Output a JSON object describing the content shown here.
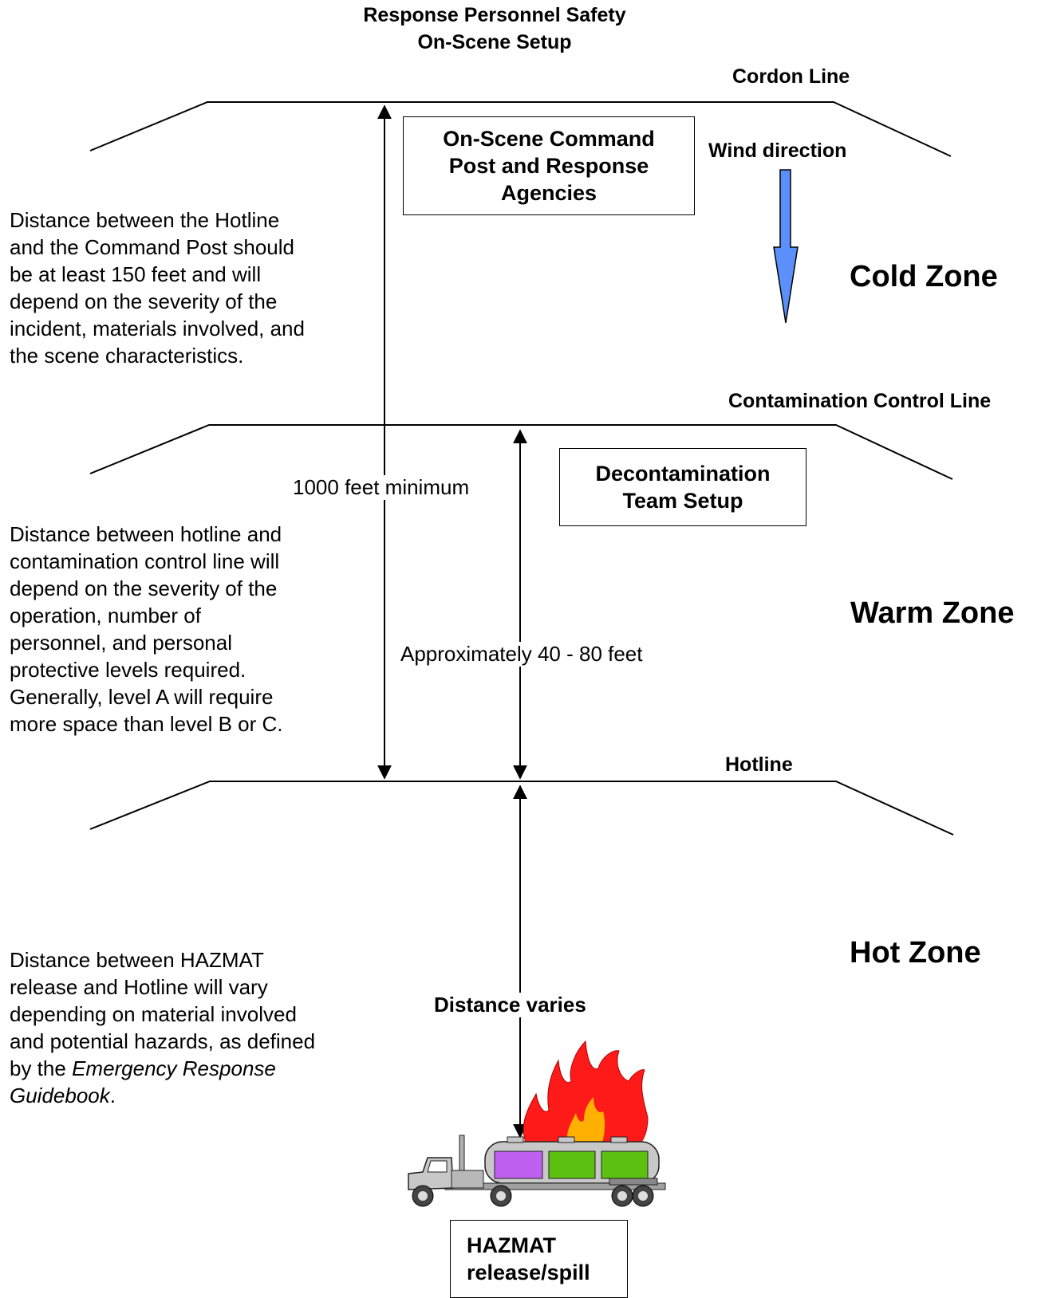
{
  "title": {
    "line1": "Response Personnel Safety",
    "line2": "On-Scene Setup"
  },
  "lines": {
    "cordon": "Cordon Line",
    "contamination": "Contamination Control Line",
    "hotline": "Hotline"
  },
  "zones": {
    "cold": "Cold Zone",
    "warm": "Warm Zone",
    "hot": "Hot Zone"
  },
  "boxes": {
    "command_post": [
      "On-Scene Command",
      "Post and Response",
      "Agencies"
    ],
    "decon": [
      "Decontamination",
      "Team Setup"
    ],
    "hazmat": [
      "HAZMAT",
      "release/spill"
    ]
  },
  "wind": {
    "label": "Wind direction",
    "color": "#5b8ff9"
  },
  "dimensions": {
    "total": "1000 feet minimum",
    "warm": "Approximately 40 - 80 feet",
    "hot": "Distance varies"
  },
  "descriptions": {
    "cold": [
      "Distance between the Hotline",
      "and the Command Post should",
      "be at least 150 feet and will",
      "depend on the severity of the",
      "incident, materials involved, and",
      "the scene characteristics."
    ],
    "warm": [
      "Distance between hotline and",
      "contamination control line will",
      "depend on the severity of the",
      "operation, number of",
      "personnel, and personal",
      "protective levels required.",
      "Generally, level A will require",
      "more space than level B or C."
    ],
    "hot": {
      "lines": [
        "Distance between HAZMAT",
        "release and Hotline will vary",
        "depending on material involved",
        "and potential hazards, as defined"
      ],
      "last_prefix": "by the ",
      "guide_title_1": "Emergency Response",
      "guide_title_2": "Guidebook",
      "suffix": "."
    }
  },
  "truck_colors": {
    "tank": "#c8c8c8",
    "compartment1": "#c060f0",
    "compartment2": "#5cc010",
    "compartment3": "#5cc010",
    "flame_outer": "#ff1a1a",
    "flame_inner": "#ffb000"
  }
}
